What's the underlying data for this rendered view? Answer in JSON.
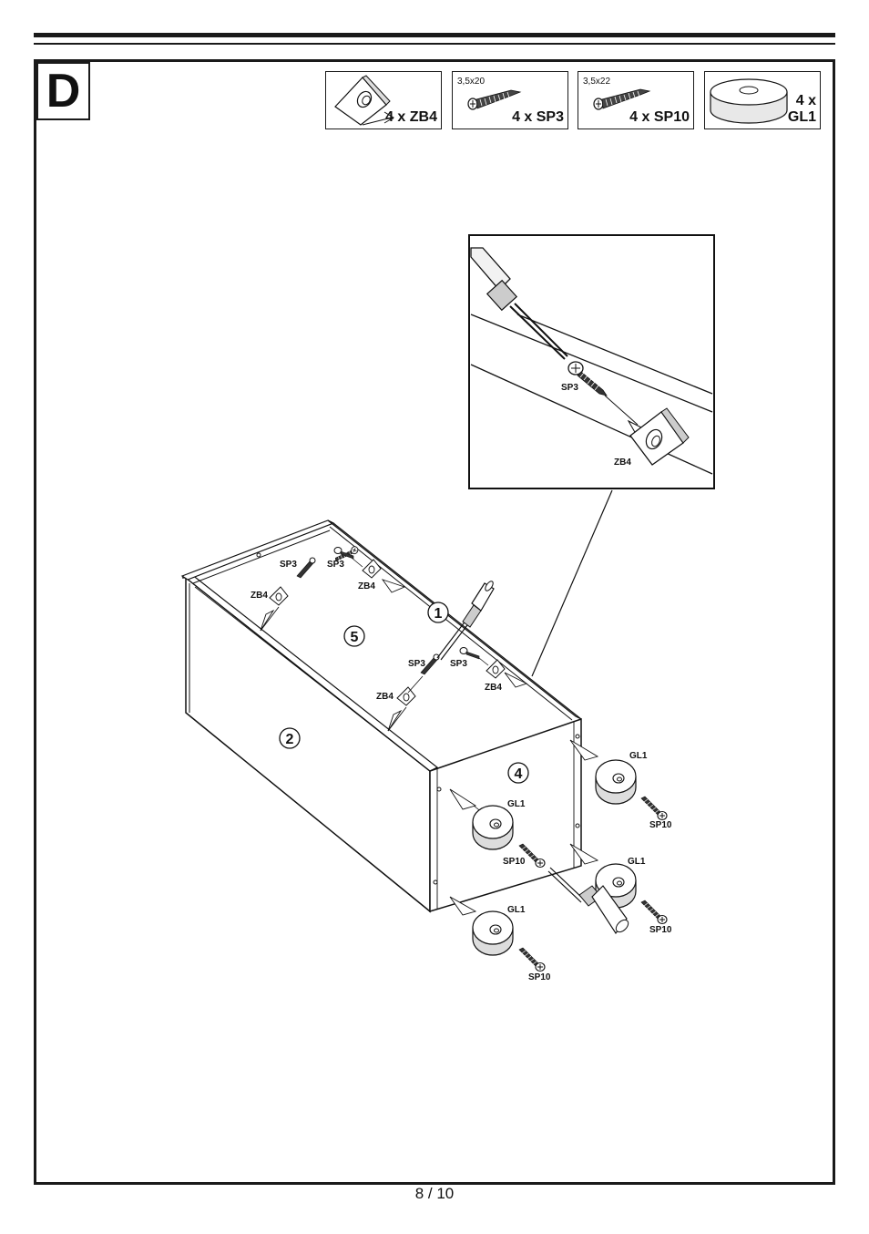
{
  "step": {
    "letter": "D"
  },
  "parts": [
    {
      "id": "ZB4",
      "dimension": "",
      "quantity_label": "4 x ZB4",
      "icon": "corner-bracket-icon"
    },
    {
      "id": "SP3",
      "dimension": "3,5x20",
      "quantity_label": "4 x SP3",
      "icon": "screw-icon"
    },
    {
      "id": "SP10",
      "dimension": "3,5x22",
      "quantity_label": "4 x SP10",
      "icon": "screw-icon"
    },
    {
      "id": "GL1",
      "dimension": "",
      "quantity_label": "4 x GL1",
      "icon": "furniture-glide-icon"
    }
  ],
  "detail": {
    "screw_label": "SP3",
    "bracket_label": "ZB4"
  },
  "assembly": {
    "panel_numbers": [
      "1",
      "5",
      "2",
      "4"
    ],
    "labels": {
      "sp3_a": "SP3",
      "sp3_b": "SP3",
      "zb4_a": "ZB4",
      "zb4_b": "ZB4",
      "sp3_c": "SP3",
      "sp3_d": "SP3",
      "zb4_c": "ZB4",
      "zb4_d": "ZB4",
      "gl1_a": "GL1",
      "sp10_a": "SP10",
      "gl1_b": "GL1",
      "sp10_b": "SP10",
      "gl1_c": "GL1",
      "sp10_c": "SP10",
      "gl1_d": "GL1",
      "sp10_d": "SP10"
    }
  },
  "footer": {
    "page_number": "8 / 10"
  }
}
